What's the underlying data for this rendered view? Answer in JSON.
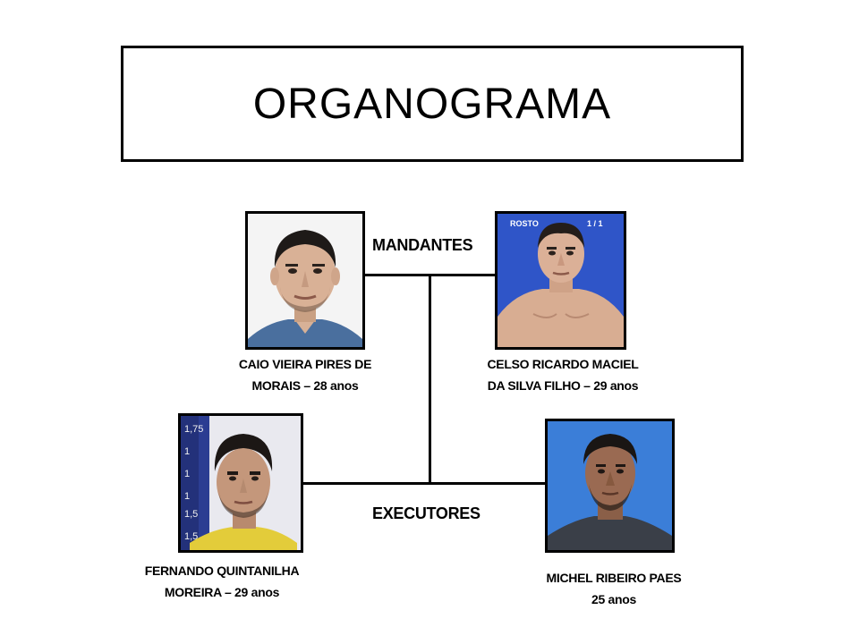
{
  "title": "ORGANOGRAMA",
  "groups": {
    "top_label": "MANDANTES",
    "bottom_label": "EXECUTORES"
  },
  "people": [
    {
      "name_line1": "CAIO VIEIRA PIRES DE",
      "name_line2": "MORAIS – 28 anos",
      "role": "mandante"
    },
    {
      "name_line1": "CELSO RICARDO MACIEL",
      "name_line2": "DA SILVA FILHO – 29 anos",
      "role": "mandante",
      "photo_overlay": {
        "left": "ROSTO",
        "right": "1 / 1"
      }
    },
    {
      "name_line1": "FERNANDO QUINTANILHA",
      "name_line2": "MOREIRA – 29 anos",
      "role": "executor",
      "photo_overlay": {
        "ruler_marks": [
          "1,75",
          "1",
          "1",
          "1",
          "1,5",
          "1,5"
        ]
      }
    },
    {
      "name_line1": "MICHEL RIBEIRO PAES",
      "name_line2": "25 anos",
      "role": "executor"
    }
  ],
  "colors": {
    "line": "#000000",
    "mugshot_bg": "#2f55c8",
    "ruler_bg": "#23317a"
  }
}
